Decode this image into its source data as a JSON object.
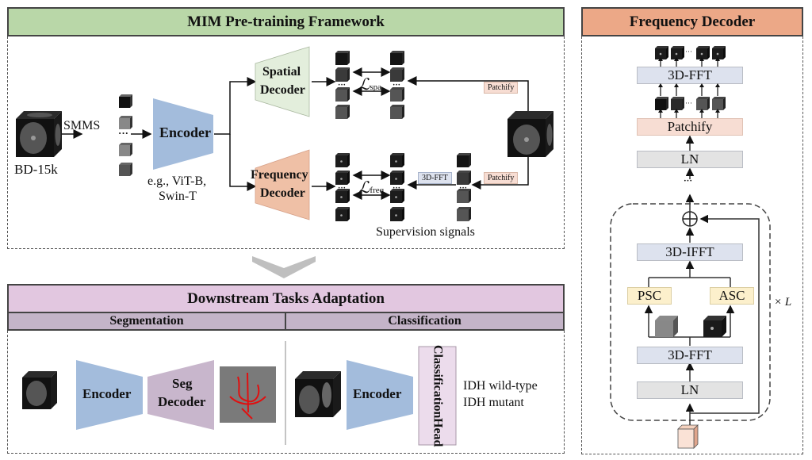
{
  "pretrain": {
    "title": "MIM Pre-training Framework",
    "dataset_label": "BD-15k",
    "smms_label": "SMMS",
    "encoder_label": "Encoder",
    "encoder_examples": [
      "e.g., ViT-B,",
      "Swin-T"
    ],
    "spatial_decoder": [
      "Spatial",
      "Decoder"
    ],
    "frequency_decoder": [
      "Frequency",
      "Decoder"
    ],
    "loss_spa": {
      "symbol": "ℒ",
      "sub": "spa"
    },
    "loss_freq": {
      "symbol": "ℒ",
      "sub": "freq"
    },
    "patchify_label": "Patchify",
    "fft_label": "3D-FFT",
    "supervision_label": "Supervision signals",
    "ellipsis": "···"
  },
  "downstream": {
    "title": "Downstream Tasks Adaptation",
    "segmentation": {
      "header": "Segmentation",
      "encoder_label": "Encoder",
      "decoder_label": [
        "Seg",
        "Decoder"
      ]
    },
    "classification": {
      "header": "Classification",
      "encoder_label": "Encoder",
      "head_label": [
        "Classification",
        "Head"
      ],
      "classes": [
        "IDH wild-type",
        "IDH mutant"
      ]
    }
  },
  "freq_decoder_panel": {
    "title": "Frequency Decoder",
    "top_fft": "3D-FFT",
    "patchify": "Patchify",
    "ln_top": "LN",
    "ifft": "3D-IFFT",
    "psc": "PSC",
    "asc": "ASC",
    "fft_inner": "3D-FFT",
    "ln_inner": "LN",
    "repeat_label": "× L",
    "ellipsis": "···"
  },
  "colors": {
    "pretrain_header": "#b9d7a8",
    "downstream_header": "#e2c7e0",
    "downstream_subheader": "#c4b4c8",
    "freq_header": "#eca887",
    "encoder": "#a3bcdc",
    "spatial_decoder": "#e3eedc",
    "frequency_decoder": "#efc0a6",
    "seg_decoder": "#c8b6cc",
    "fft_box": "#dde2ee",
    "patchify_box": "#f7ddd3",
    "ln_box": "#e3e3e3",
    "psc_asc_box": "#fcf0cc",
    "class_head": "#ecdcec"
  }
}
